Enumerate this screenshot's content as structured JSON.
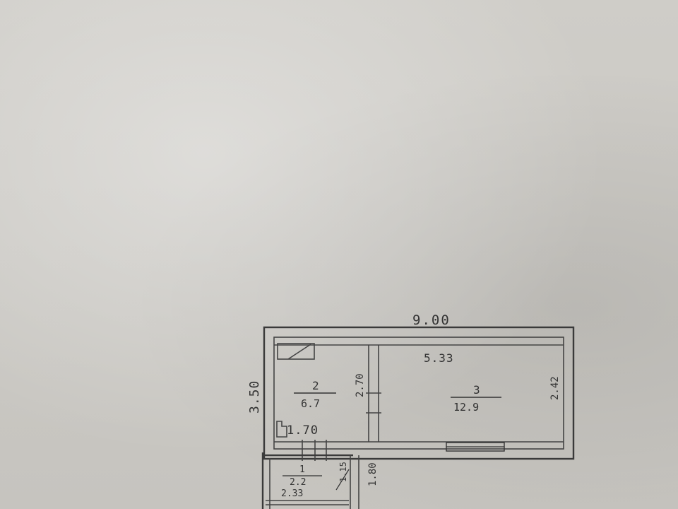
{
  "plan": {
    "overall_width": "9.00",
    "overall_depth": "3.50",
    "room_2": {
      "number": "2",
      "area": "6.7",
      "width": "1.70",
      "depth": "2.70"
    },
    "room_3": {
      "number": "3",
      "area": "12.9",
      "width": "5.33",
      "depth": "2.42"
    },
    "room_1": {
      "number": "1",
      "area": "2.2",
      "width": "2.33",
      "side_a": "1.15",
      "side_b": "1.80"
    }
  }
}
